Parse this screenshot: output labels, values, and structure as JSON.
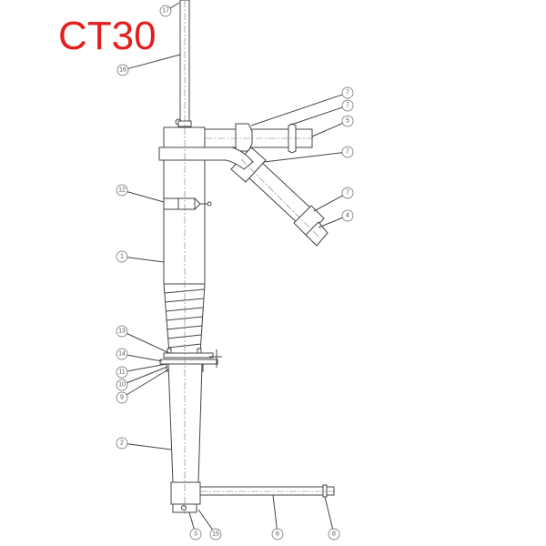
{
  "title": "CT30",
  "title_color": "#e41f1f",
  "callouts": [
    "17",
    "16",
    "7",
    "7",
    "5",
    "7",
    "12",
    "7",
    "4",
    "1",
    "13",
    "14",
    "11",
    "10",
    "9",
    "2",
    "3",
    "15",
    "6",
    "8"
  ]
}
